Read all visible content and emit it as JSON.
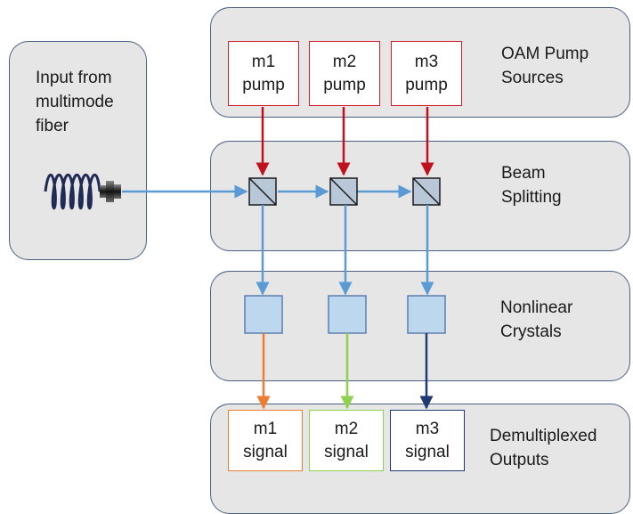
{
  "input_label": "Input from\nmultimode\nfiber",
  "stages": [
    {
      "label": "OAM Pump\nSources"
    },
    {
      "label": "Beam\nSplitting"
    },
    {
      "label": "Nonlinear\nCrystals"
    },
    {
      "label": "Demultiplexed\nOutputs"
    }
  ],
  "pumps": [
    {
      "label": "m1\npump"
    },
    {
      "label": "m2\npump"
    },
    {
      "label": "m3\npump"
    }
  ],
  "signals": [
    {
      "label": "m1\nsignal"
    },
    {
      "label": "m2\nsignal"
    },
    {
      "label": "m3\nsignal"
    }
  ],
  "colors": {
    "panel_fill": "#e6e6e7",
    "panel_border": "#4a6180",
    "pump_red": "#c0121c",
    "beam_blue": "#5b9bd5",
    "crystal_fill": "#bdd7ee",
    "signal_orange": "#ed7d31",
    "signal_green": "#8fd14f",
    "signal_navy": "#1f3a73"
  }
}
